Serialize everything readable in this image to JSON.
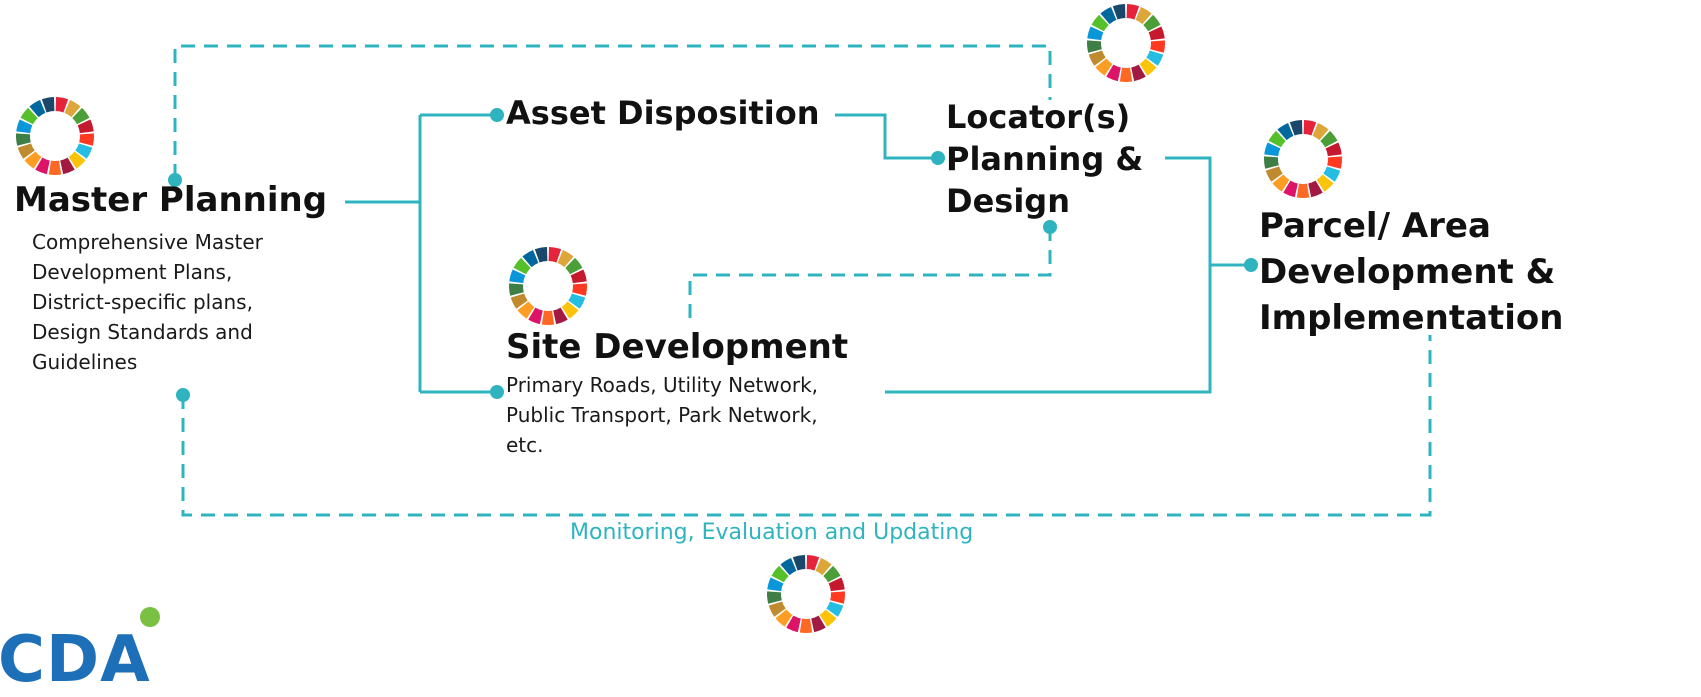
{
  "colors": {
    "connector": "#2fb4bf",
    "text": "#111111",
    "caption": "#2fb4bf",
    "logo": "#1d6fb8",
    "logo_dot": "#7ac143",
    "sdg_wheel": [
      "#e5243b",
      "#dda63a",
      "#4c9f38",
      "#c5192d",
      "#ff3a21",
      "#26bde2",
      "#fcc30b",
      "#a21942",
      "#fd6925",
      "#dd1367",
      "#fd9d24",
      "#bf8b2e",
      "#3f7e44",
      "#0a97d9",
      "#56c02b",
      "#00689d",
      "#19486a"
    ]
  },
  "nodes": {
    "master_planning": {
      "title": "Master Planning",
      "description": [
        "Comprehensive Master",
        "Development Plans,",
        "District-specific plans,",
        "Design Standards and",
        "Guidelines"
      ]
    },
    "asset_disposition": {
      "title": "Asset Disposition"
    },
    "site_development": {
      "title": "Site Development",
      "description": [
        "Primary Roads, Utility Network,",
        "Public Transport, Park Network,",
        "etc."
      ]
    },
    "locator_planning": {
      "title_lines": [
        "Locator(s)",
        "Planning &",
        "Design"
      ]
    },
    "parcel_development": {
      "title_lines": [
        "Parcel/ Area",
        "Development &",
        "Implementation"
      ]
    }
  },
  "feedback_loop": {
    "label": "Monitoring, Evaluation and Updating"
  },
  "logo": {
    "text": "CDA"
  },
  "icons": [
    "sdg-wheel-icon"
  ]
}
